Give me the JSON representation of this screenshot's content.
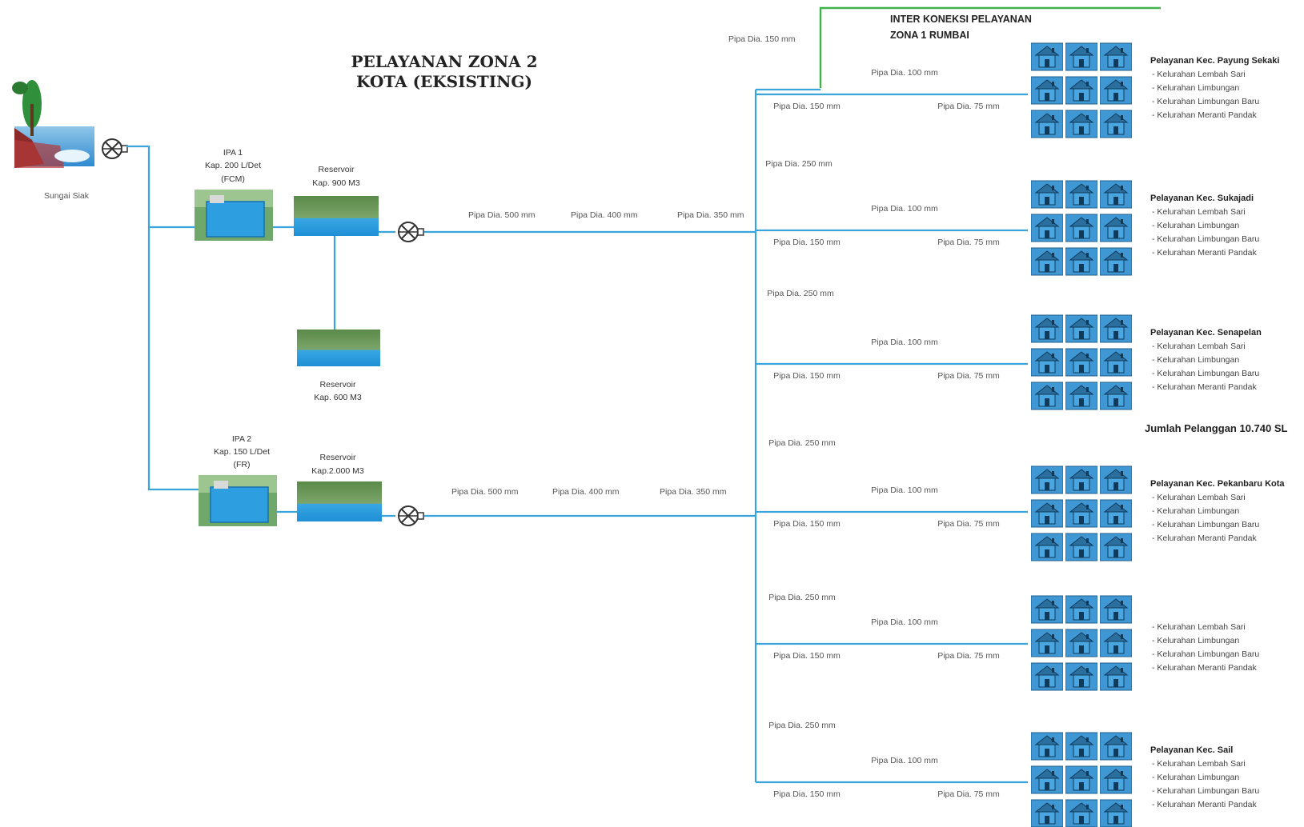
{
  "title": {
    "line1": "PELAYANAN ZONA 2",
    "line2": "KOTA (EKSISTING)"
  },
  "interconnection": {
    "line1": "INTER KONEKSI PELAYANAN",
    "line2": "ZONA 1 RUMBAI",
    "pipe": "Pipa Dia. 150 mm"
  },
  "source": {
    "label": "Sungai Siak"
  },
  "ipa1": {
    "line1": "IPA 1",
    "line2": "Kap. 200 L/Det",
    "line3": "(FCM)"
  },
  "reservoir1": {
    "line1": "Reservoir",
    "line2": "Kap. 900 M3"
  },
  "reservoir_mid": {
    "line1": "Reservoir",
    "line2": "Kap. 600 M3"
  },
  "ipa2": {
    "line1": "IPA 2",
    "line2": "Kap. 150 L/Det",
    "line3": "(FR)"
  },
  "reservoir2": {
    "line1": "Reservoir",
    "line2": "Kap.2.000 M3"
  },
  "main_top": {
    "p500": "Pipa Dia. 500 mm",
    "p400": "Pipa Dia. 400 mm",
    "p350": "Pipa Dia. 350 mm"
  },
  "main_bottom": {
    "p500": "Pipa Dia. 500 mm",
    "p400": "Pipa Dia. 400 mm",
    "p350": "Pipa Dia. 350 mm"
  },
  "vertical_labels": [
    "Pipa Dia. 250 mm",
    "Pipa Dia. 250 mm",
    "Pipa Dia. 250 mm",
    "Pipa Dia. 250 mm",
    "Pipa Dia. 250 mm"
  ],
  "zones": [
    {
      "p150": "Pipa Dia. 150 mm",
      "p100": "Pipa Dia. 100 mm",
      "p75": "Pipa Dia. 75 mm",
      "heading": "Pelayanan Kec. Payung Sekaki",
      "items": [
        "- Kelurahan Lembah Sari",
        "- Kelurahan Limbungan",
        "- Kelurahan Limbungan Baru",
        "- Kelurahan Meranti Pandak"
      ]
    },
    {
      "p150": "Pipa Dia. 150 mm",
      "p100": "Pipa Dia. 100 mm",
      "p75": "Pipa Dia. 75 mm",
      "heading": "Pelayanan Kec. Sukajadi",
      "items": [
        "- Kelurahan Lembah Sari",
        "- Kelurahan Limbungan",
        "- Kelurahan Limbungan Baru",
        "- Kelurahan Meranti Pandak"
      ]
    },
    {
      "p150": "Pipa Dia. 150 mm",
      "p100": "Pipa Dia. 100 mm",
      "p75": "Pipa Dia. 75 mm",
      "heading": "Pelayanan Kec. Senapelan",
      "items": [
        "- Kelurahan Lembah Sari",
        "- Kelurahan Limbungan",
        "- Kelurahan Limbungan Baru",
        "- Kelurahan Meranti Pandak"
      ]
    },
    {
      "p150": "Pipa Dia. 150 mm",
      "p100": "Pipa Dia. 100 mm",
      "p75": "Pipa Dia. 75 mm",
      "heading": "Pelayanan Kec. Pekanbaru Kota",
      "items": [
        "- Kelurahan Lembah Sari",
        "- Kelurahan Limbungan",
        "- Kelurahan Limbungan Baru",
        "- Kelurahan Meranti Pandak"
      ]
    },
    {
      "p150": "Pipa Dia. 150 mm",
      "p100": "Pipa Dia. 100 mm",
      "p75": "Pipa Dia. 75 mm",
      "heading": "",
      "items": [
        "- Kelurahan Lembah Sari",
        "- Kelurahan Limbungan",
        "- Kelurahan Limbungan Baru",
        "- Kelurahan Meranti Pandak"
      ]
    },
    {
      "p150": "Pipa Dia. 150 mm",
      "p100": "Pipa Dia. 100 mm",
      "p75": "Pipa Dia. 75 mm",
      "heading": "Pelayanan Kec. Sail",
      "items": [
        "- Kelurahan Lembah Sari",
        "- Kelurahan Limbungan",
        "- Kelurahan Limbungan Baru",
        "- Kelurahan Meranti Pandak"
      ]
    }
  ],
  "total": "Jumlah Pelanggan 10.740 SL",
  "colors": {
    "pipe": "#3aa4dc",
    "interconnection": "#3fb24a",
    "house_tile": "#3f97d4"
  },
  "icons": {
    "pump": "pump-icon",
    "house": "house-icon",
    "treatment": "treatment-plant-icon",
    "reservoir": "reservoir-icon",
    "river": "river-intake-icon"
  }
}
